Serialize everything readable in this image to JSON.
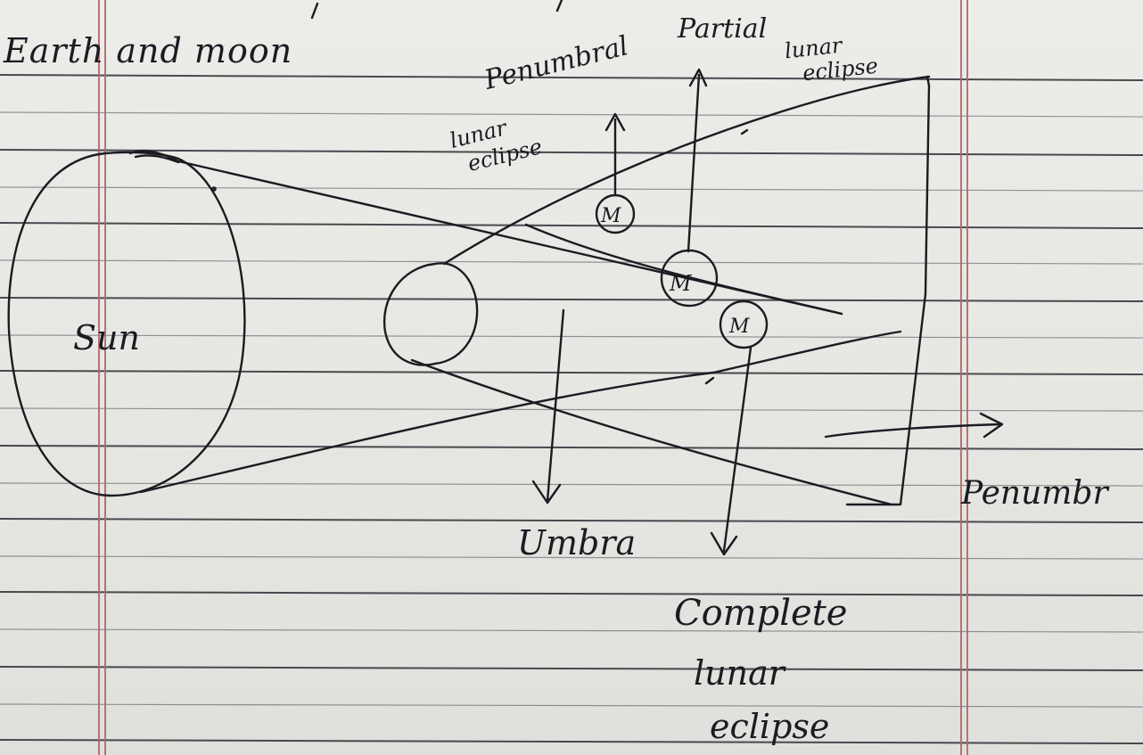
{
  "title": "Earth and moon",
  "labels": {
    "sun": "Sun",
    "penumbral_line1": "Penumbral",
    "penumbral_line2": "lunar",
    "penumbral_line3": "eclipse",
    "partial_line1": "Partial",
    "partial_line2": "lunar",
    "partial_line3": "eclipse",
    "umbra": "Umbra",
    "penumbra": "Penumbr",
    "complete_line1": "Complete",
    "complete_line2": "lunar",
    "complete_line3": "eclipse"
  },
  "moons": [
    {
      "letter": "M"
    },
    {
      "letter": "M"
    },
    {
      "letter": "M"
    }
  ],
  "colors": {
    "ink": "#1b1b22",
    "rule_line": "#2e2e36",
    "margin_line": "#b4656c",
    "paper": "#e7e8e4"
  }
}
